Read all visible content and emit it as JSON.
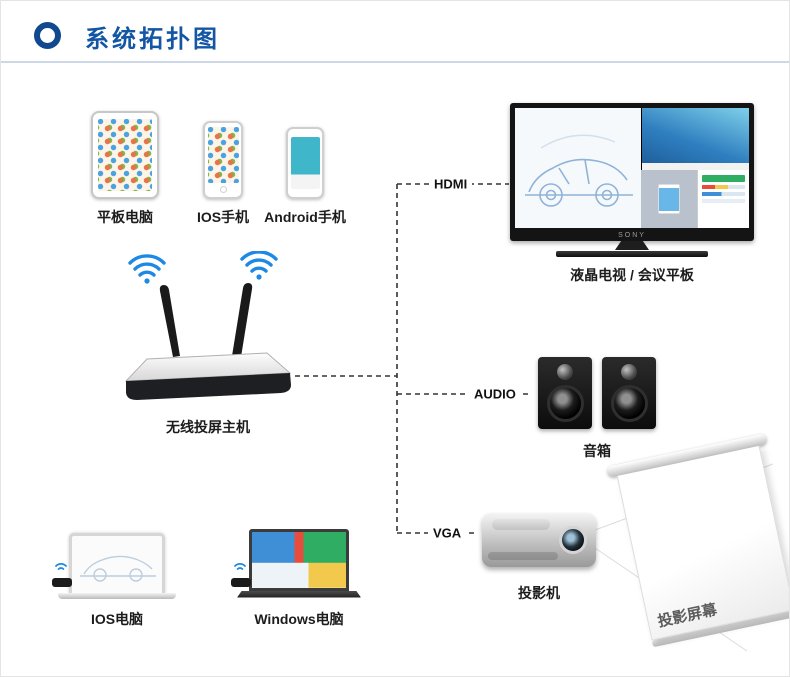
{
  "header": {
    "title": "系统拓扑图"
  },
  "sources": {
    "tablet": {
      "label": "平板电脑"
    },
    "ios_phone": {
      "label": "IOS手机"
    },
    "android_phone": {
      "label": "Android手机"
    },
    "ios_laptop": {
      "label": "IOS电脑"
    },
    "windows_laptop": {
      "label": "Windows电脑"
    }
  },
  "hub": {
    "label": "无线投屏主机"
  },
  "outputs": {
    "tv": {
      "label": "液晶电视 / 会议平板",
      "brand": "SONY"
    },
    "speakers": {
      "label": "音箱"
    },
    "projector": {
      "label": "投影机"
    },
    "projection_screen": {
      "label": "投影屏幕"
    }
  },
  "connections": {
    "hdmi": "HDMI",
    "audio": "AUDIO",
    "vga": "VGA"
  },
  "colors": {
    "accent": "#1256a4",
    "wifi": "#1e88e5",
    "line": "#333333"
  }
}
